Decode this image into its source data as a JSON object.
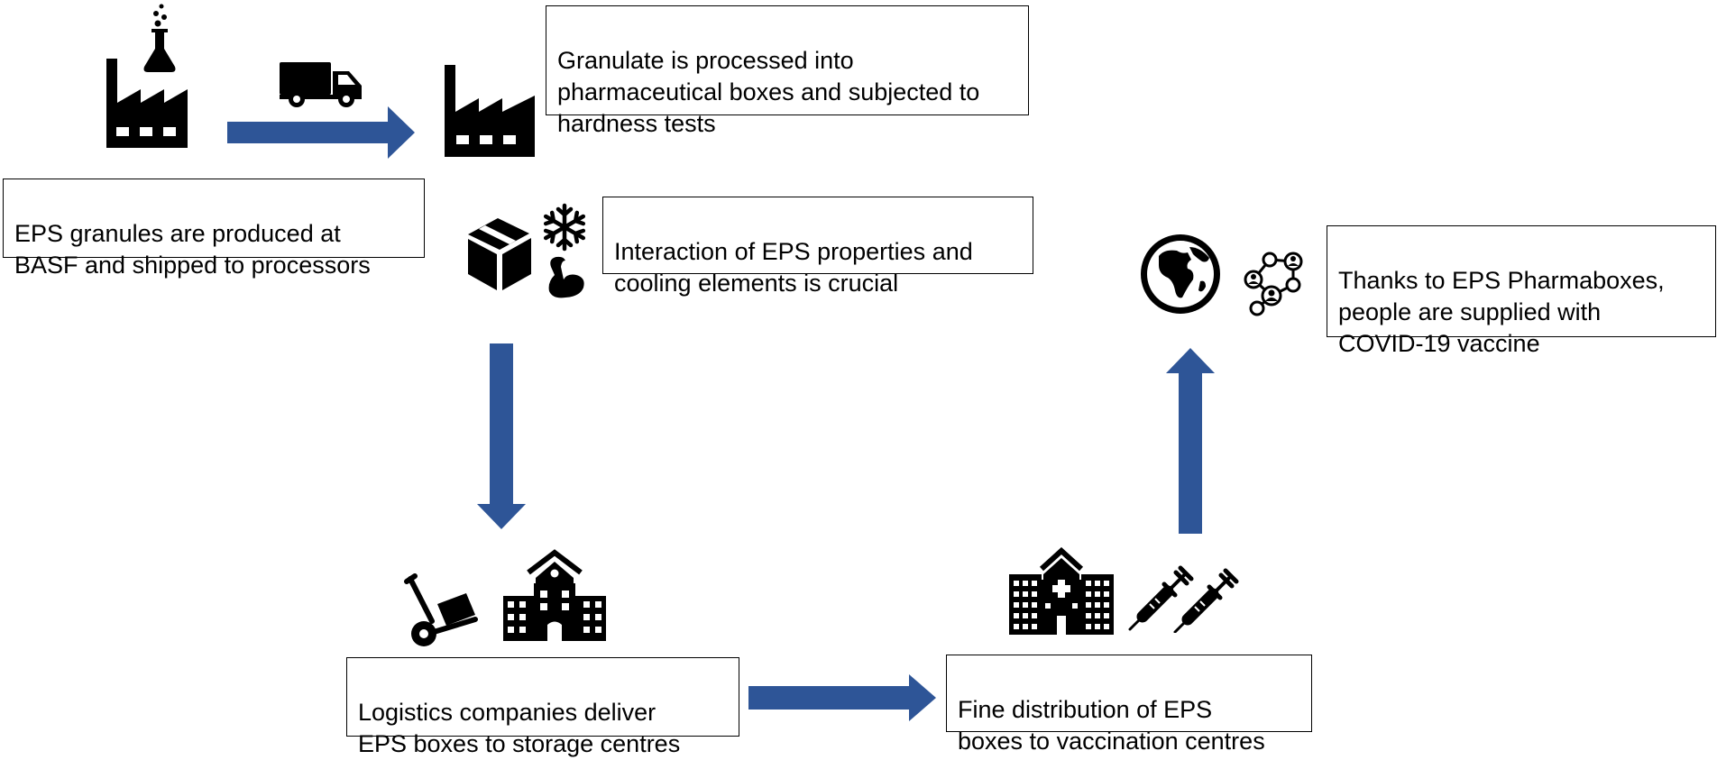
{
  "colors": {
    "arrow": "#2E5597",
    "icon": "#000000",
    "box_border": "#000000"
  },
  "steps": {
    "granules": {
      "text": "EPS granules are produced at\nBASF and shipped to processors"
    },
    "processing": {
      "text": "Granulate is processed into\npharmaceutical boxes and subjected to\nhardness tests"
    },
    "interaction": {
      "text": "Interaction of EPS properties and\ncooling elements is crucial"
    },
    "supply": {
      "text": "Thanks to EPS Pharmaboxes,\npeople are supplied with\nCOVID-19 vaccine"
    },
    "logistics": {
      "text": "Logistics companies deliver\nEPS boxes to storage centres"
    },
    "fine": {
      "text": "Fine distribution of EPS\nboxes to vaccination centres"
    }
  },
  "icons": [
    "chemical-factory-icon",
    "truck-icon",
    "factory-icon",
    "box-icon",
    "snowflake-icon",
    "flexed-arm-icon",
    "hand-truck-icon",
    "building-icon",
    "hospital-icon",
    "syringe-icon",
    "globe-icon",
    "network-icon"
  ]
}
